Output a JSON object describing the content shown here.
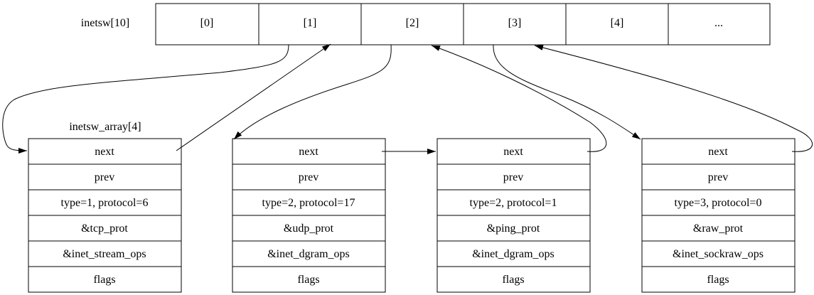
{
  "array_label": "inetsw[10]",
  "array_cells": [
    "[0]",
    "[1]",
    "[2]",
    "[3]",
    "[4]",
    "..."
  ],
  "struct_array_label": "inetsw_array[4]",
  "structs": [
    {
      "fields": [
        "next",
        "prev",
        "type=1, protocol=6",
        "&tcp_prot",
        "&inet_stream_ops",
        "flags"
      ]
    },
    {
      "fields": [
        "next",
        "prev",
        "type=2, protocol=17",
        "&udp_prot",
        "&inet_dgram_ops",
        "flags"
      ]
    },
    {
      "fields": [
        "next",
        "prev",
        "type=2, protocol=1",
        "&ping_prot",
        "&inet_dgram_ops",
        "flags"
      ]
    },
    {
      "fields": [
        "next",
        "prev",
        "type=3, protocol=0",
        "&raw_prot",
        "&inet_sockraw_ops",
        "flags"
      ]
    }
  ]
}
